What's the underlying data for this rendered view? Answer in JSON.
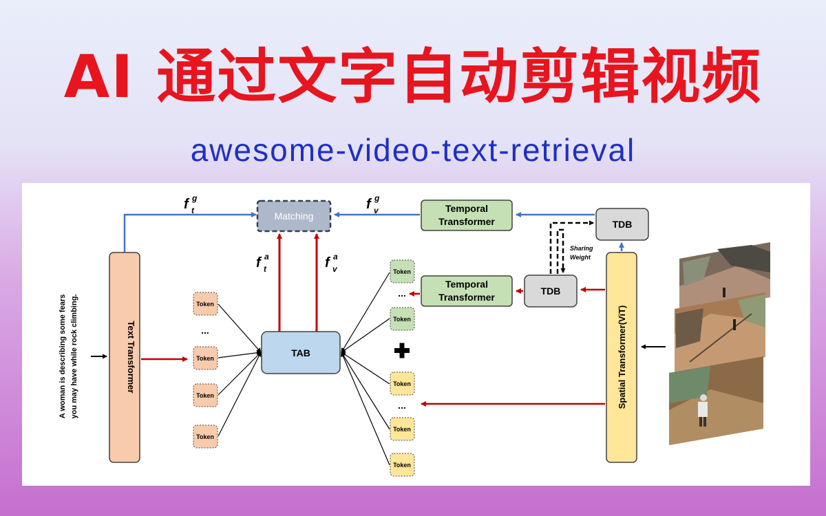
{
  "header": {
    "title": "AI 通过文字自动剪辑视频",
    "subtitle": "awesome-video-text-retrieval"
  },
  "diagram": {
    "caption_line1": "A woman is describing some fears",
    "caption_line2": "you may have while rock climbing.",
    "text_transformer": "Text Transformer",
    "matching": "Matching",
    "tab": "TAB",
    "temporal_transformer_line1": "Temporal",
    "temporal_transformer_line2": "Transformer",
    "tdb": "TDB",
    "sharing_line1": "Sharing",
    "sharing_line2": "Weight",
    "spatial_transformer": "Spatial Transformer(ViT)",
    "token": "Token",
    "ellipsis": "...",
    "feat_f": "f",
    "sub_t": "t",
    "sub_v": "v",
    "sup_g": "g",
    "sup_a": "a"
  },
  "colors": {
    "title_red": "#e8141e",
    "subtitle_blue": "#1f2fc4",
    "arrow_blue": "#4472c4",
    "arrow_red": "#c00000",
    "text_box": "#f8cbad",
    "tab_box": "#bdd7ee",
    "temporal_box": "#c5e0b4",
    "tdb_box": "#d9d9d9",
    "spatial_box": "#ffe699",
    "matching_box": "#adb9ca"
  }
}
